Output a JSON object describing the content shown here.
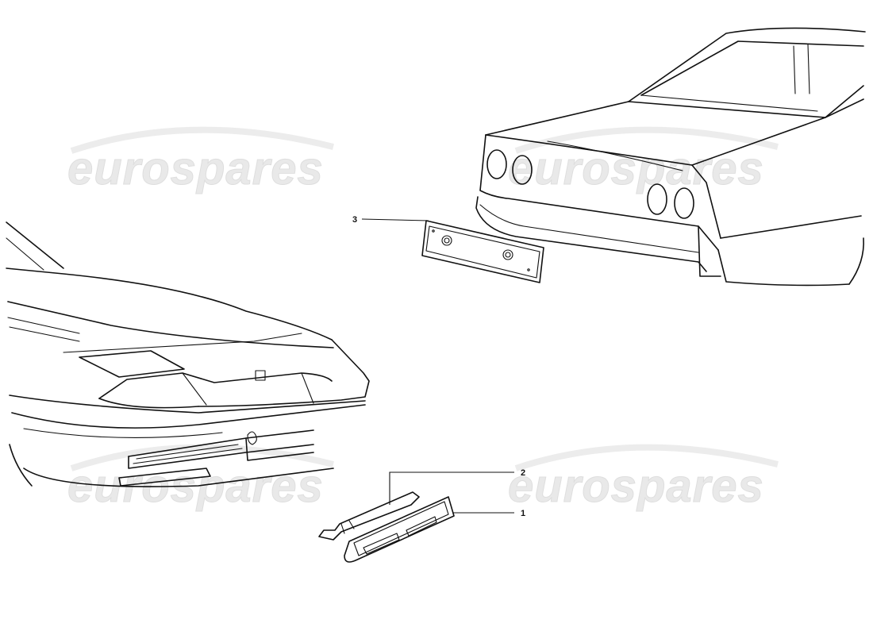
{
  "watermark": {
    "text": "eurospares"
  },
  "callouts": [
    {
      "id": "1",
      "label": "1"
    },
    {
      "id": "2",
      "label": "2"
    },
    {
      "id": "3",
      "label": "3"
    }
  ]
}
